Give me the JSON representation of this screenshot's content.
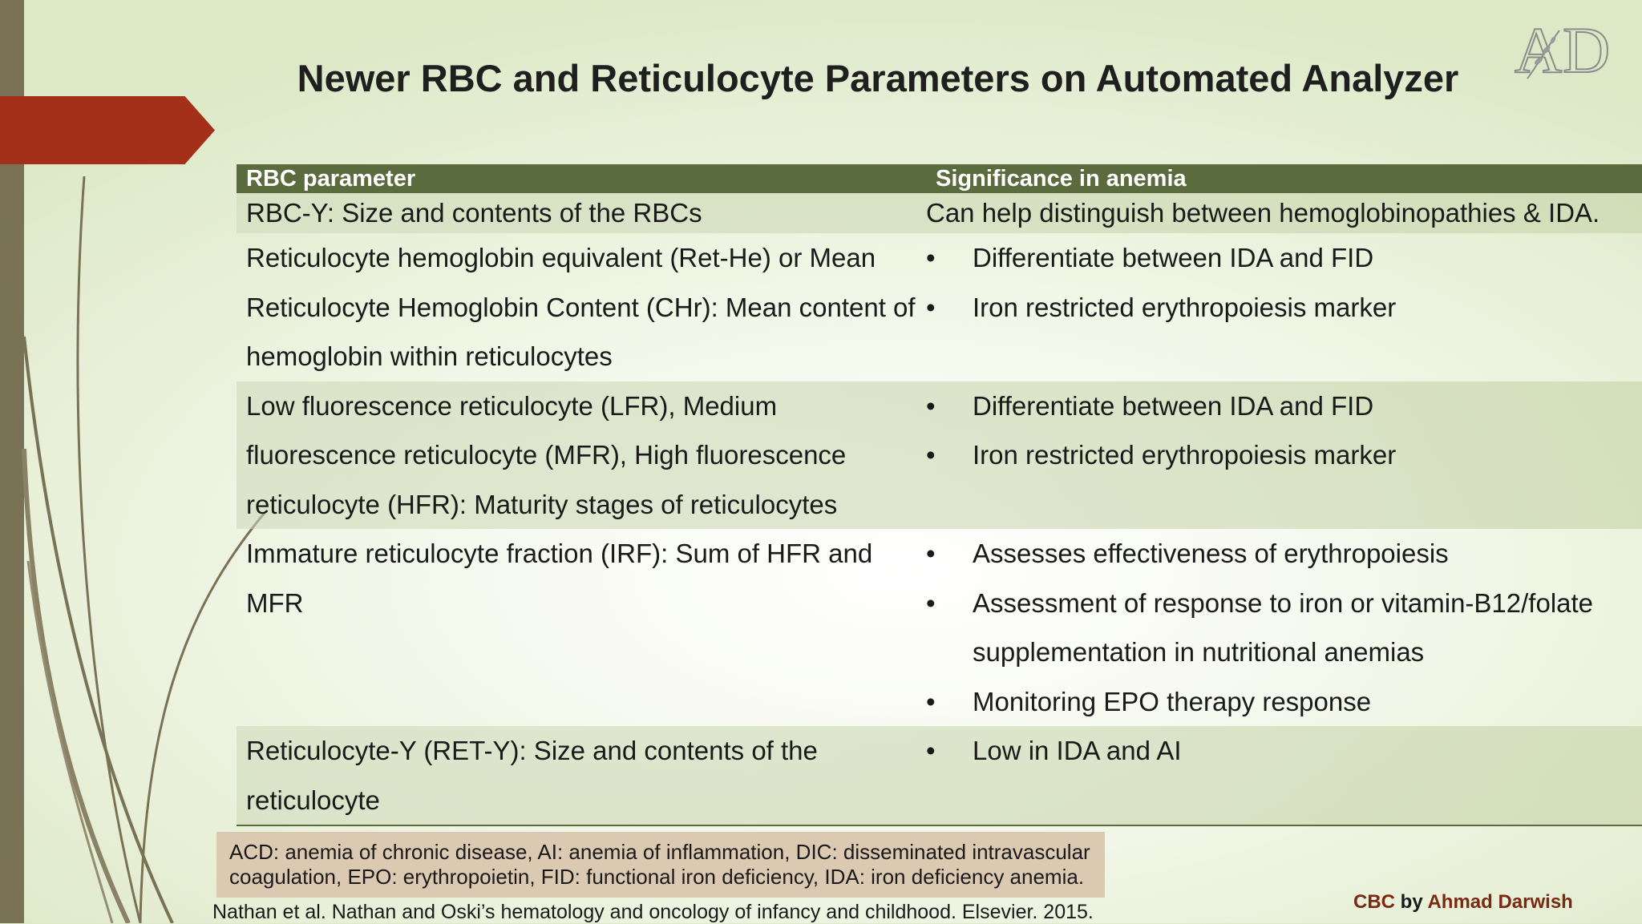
{
  "slide": {
    "title": "Newer RBC and Reticulocyte Parameters on Automated Analyzer",
    "logo_icon": "ad-monogram-logo",
    "accent_color": "#a53019",
    "header_color": "#5a6b3e"
  },
  "table": {
    "headers": [
      "RBC parameter",
      "Significance in anemia"
    ],
    "rows": [
      {
        "parameter": "RBC-Y: Size and contents of the RBCs",
        "significance": "Can help distinguish between hemoglobinopathies & IDA."
      },
      {
        "parameter": "Reticulocyte hemoglobin equivalent (Ret-He) or Mean Reticulocyte Hemoglobin Content (CHr): Mean content of hemoglobin within reticulocytes",
        "bullets": [
          "Differentiate between IDA and FID",
          "Iron restricted erythropoiesis marker"
        ]
      },
      {
        "parameter": "Low fluorescence reticulocyte (LFR), Medium fluorescence reticulocyte (MFR), High fluorescence reticulocyte (HFR): Maturity stages of reticulocytes",
        "bullets": [
          "Differentiate between IDA and FID",
          "Iron restricted erythropoiesis marker"
        ]
      },
      {
        "parameter": "Immature reticulocyte fraction (IRF): Sum of HFR and MFR",
        "bullets": [
          "Assesses effectiveness of erythropoiesis",
          "Assessment of response to iron or vitamin-B12/folate supplementation in nutritional anemias",
          "Monitoring EPO therapy response"
        ]
      },
      {
        "parameter": "Reticulocyte-Y (RET-Y): Size and contents of the reticulocyte",
        "bullets": [
          "Low in IDA and AI"
        ]
      }
    ]
  },
  "abbreviations": "ACD: anemia of chronic disease, AI: anemia of inflammation, DIC: disseminated intravascular coagulation, EPO: erythropoietin, FID: functional iron deficiency, IDA: iron deficiency anemia.",
  "citation": "Nathan et al. Nathan and Oski’s hematology and oncology of infancy and childhood. Elsevier. 2015.",
  "brand": {
    "prefix": "CBC",
    "by": "by",
    "author": "Ahmad Darwish"
  }
}
